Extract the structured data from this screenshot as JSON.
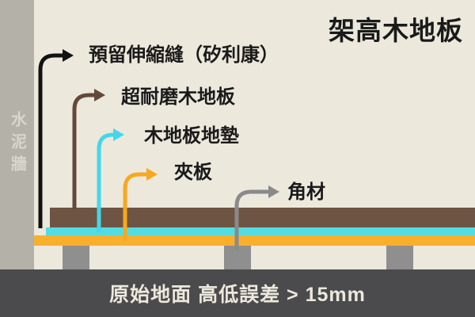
{
  "title": {
    "text": "架高木地板",
    "color": "#1a1a1a"
  },
  "canvas": {
    "background": "#ece8dc"
  },
  "wall": {
    "label": "水泥牆",
    "color": "#b3b1a8",
    "label_color": "#d9d6cb"
  },
  "annotations": [
    {
      "id": "expansion-joint",
      "label": "預留伸縮縫（矽利康）",
      "arrow_color": "#121212"
    },
    {
      "id": "laminate-floorboard",
      "label": "超耐磨木地板",
      "arrow_color": "#63493a"
    },
    {
      "id": "underlay",
      "label": "木地板地墊",
      "arrow_color": "#45d6e8"
    },
    {
      "id": "plywood",
      "label": "夾板",
      "arrow_color": "#f7a81f"
    },
    {
      "id": "batten",
      "label": "角材",
      "arrow_color": "#8a8a8a"
    }
  ],
  "stack": {
    "floorboard_color": "#6e5442",
    "underlay_color": "#53dde2",
    "plywood_color": "#f8b02c",
    "pillar_color": "#8f8f8f"
  },
  "ground": {
    "label": "原始地面 高低誤差 > 15mm",
    "band_color": "#4b4b4d",
    "label_color": "#ece8dc"
  }
}
